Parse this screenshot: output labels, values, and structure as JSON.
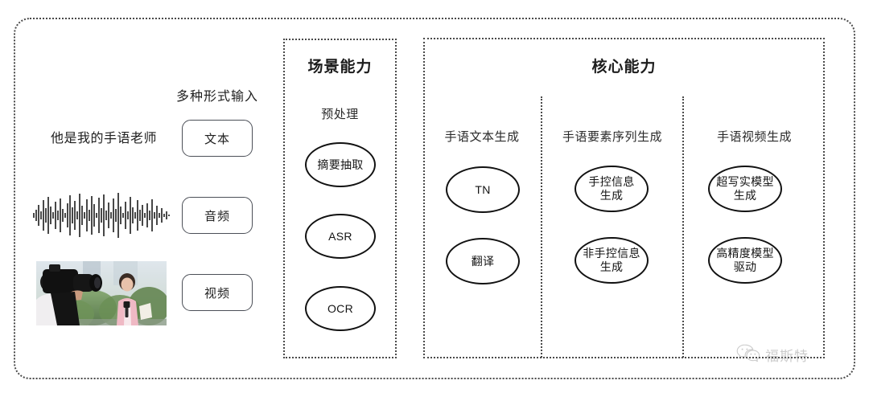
{
  "diagram": {
    "input_section": {
      "header": "多种形式输入",
      "sample_text": "他是我的手语老师",
      "modalities": [
        {
          "label": "文本",
          "icon": "text-icon"
        },
        {
          "label": "音频",
          "icon": "audio-waveform-icon"
        },
        {
          "label": "视频",
          "icon": "video-thumbnail-icon"
        }
      ]
    },
    "scene_section": {
      "title": "场景能力",
      "subtitle": "预处理",
      "nodes": [
        "摘要抽取",
        "ASR",
        "OCR"
      ]
    },
    "core_section": {
      "title": "核心能力",
      "columns": [
        {
          "label": "手语文本生成",
          "nodes": [
            "TN",
            "翻译"
          ]
        },
        {
          "label": "手语要素序列生成",
          "nodes": [
            "手控信息\n生成",
            "非手控信息\n生成"
          ]
        },
        {
          "label": "手语视频生成",
          "nodes": [
            "超写实模型\n生成",
            "高精度模型\n驱动"
          ]
        }
      ]
    },
    "watermark": {
      "text": "福斯特",
      "icon": "wechat-icon"
    },
    "colors": {
      "border_dotted": "#4a4a4a",
      "node_stroke": "#111111",
      "text": "#1f1f1f",
      "watermark": "#8d8d8d",
      "background": "#ffffff"
    }
  }
}
